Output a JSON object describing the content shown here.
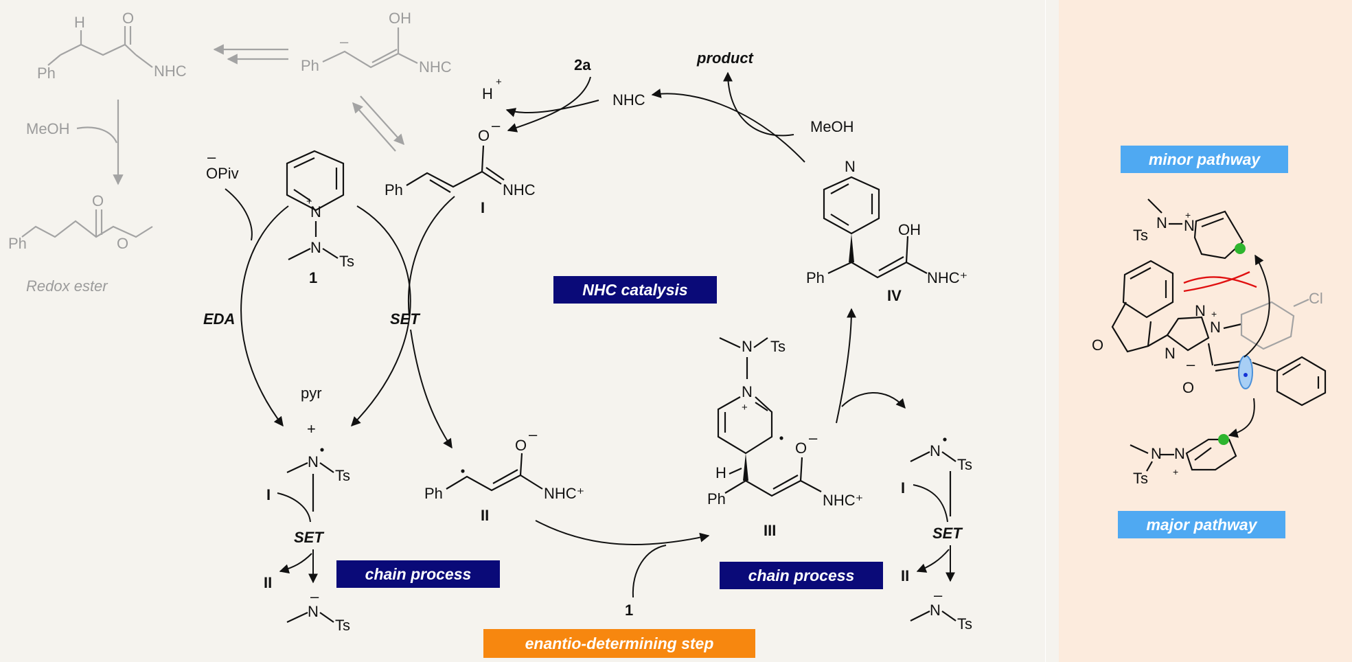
{
  "colors": {
    "background": "#f5f3ee",
    "side_panel": "#fcebdd",
    "navy_box": "#0a0a78",
    "orange_box": "#f7870f",
    "blue_box": "#4fa9f2",
    "grey_scheme": "#9b9b9b",
    "steric_clash": "#e01010",
    "radical_dot": "#2eb52e"
  },
  "left_grey": {
    "h": "H",
    "o_top": "O",
    "ph_1": "Ph",
    "nhc_1": "NHC",
    "minus": "–",
    "oh": "OH",
    "ph_2": "Ph",
    "nhc_2": "NHC",
    "meoh": "MeOH",
    "o_ester": "O",
    "ph_3": "Ph",
    "o_ester_2": "O",
    "redox_ester": "Redox ester"
  },
  "cycle": {
    "opiv": "OPiv",
    "opiv_minus": "–",
    "eda": "EDA",
    "set_1": "SET",
    "set_2": "SET",
    "set_3": "SET",
    "pyr": "pyr",
    "plus": "+",
    "label_1": "1",
    "label_1b": "1",
    "ts": "Ts",
    "n": "N",
    "h_plus": "H",
    "h_sup": "+",
    "two_a": "2a",
    "nhc": "NHC",
    "product": "product",
    "meoh": "MeOH",
    "int_I": "I",
    "int_I_b": "I",
    "int_I_c": "I",
    "int_II": "II",
    "int_II_b": "II",
    "int_II_c": "II",
    "int_III": "III",
    "int_IV": "IV",
    "ph": "Ph",
    "nhc_plain": "NHC",
    "nhc_plus": "NHC⁺",
    "oh": "OH",
    "o_minus": "O",
    "minus": "–",
    "h": "H"
  },
  "boxes": {
    "nhc_catalysis": "NHC catalysis",
    "chain_process_left": "chain process",
    "chain_process_right": "chain process",
    "enantio": "enantio-determining step",
    "minor": "minor pathway",
    "major": "major pathway"
  },
  "side": {
    "ts": "Ts",
    "n": "N",
    "plus": "+",
    "cl": "Cl",
    "o": "O",
    "minus": "–"
  }
}
